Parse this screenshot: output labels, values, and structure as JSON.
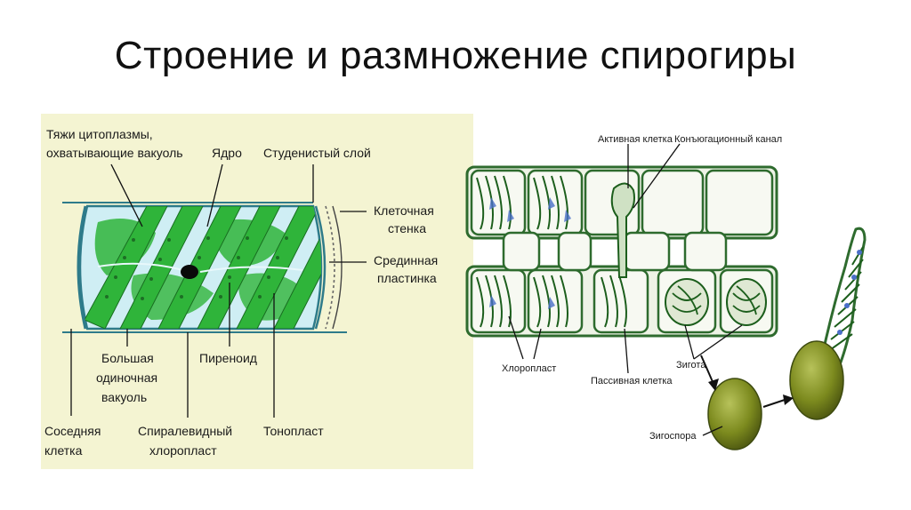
{
  "title": "Строение и размножение спирогиры",
  "left_diagram": {
    "labels": {
      "cytoplasm_strands_1": "Тяжи цитоплазмы,",
      "cytoplasm_strands_2": "охватывающие вакуоль",
      "nucleus": "Ядро",
      "gelatinous_layer": "Студенистый слой",
      "cell_wall_1": "Клеточная",
      "cell_wall_2": "стенка",
      "middle_lamella_1": "Срединная",
      "middle_lamella_2": "пластинка",
      "vacuole_1": "Большая",
      "vacuole_2": "одиночная",
      "vacuole_3": "вакуоль",
      "pyrenoid": "Пиреноид",
      "neighbor_cell_1": "Соседняя",
      "neighbor_cell_2": "клетка",
      "chloroplast_1": "Спиралевидный",
      "chloroplast_2": "хлоропласт",
      "tonoplast": "Тонопласт"
    }
  },
  "right_diagram": {
    "labels": {
      "active_cell": "Активная клетка",
      "conjugation_canal": "Конъюгационный канал",
      "chloroplast": "Хлоропласт",
      "passive_cell": "Пассивная клетка",
      "zygote": "Зигота",
      "zygospore": "Зигоспора"
    }
  },
  "colors": {
    "panel_bg": "#f4f4d2",
    "chloroplast_green": "#2fb43a",
    "cell_outline": "#2e6b2e",
    "zygospore": "#7c8a1e"
  }
}
